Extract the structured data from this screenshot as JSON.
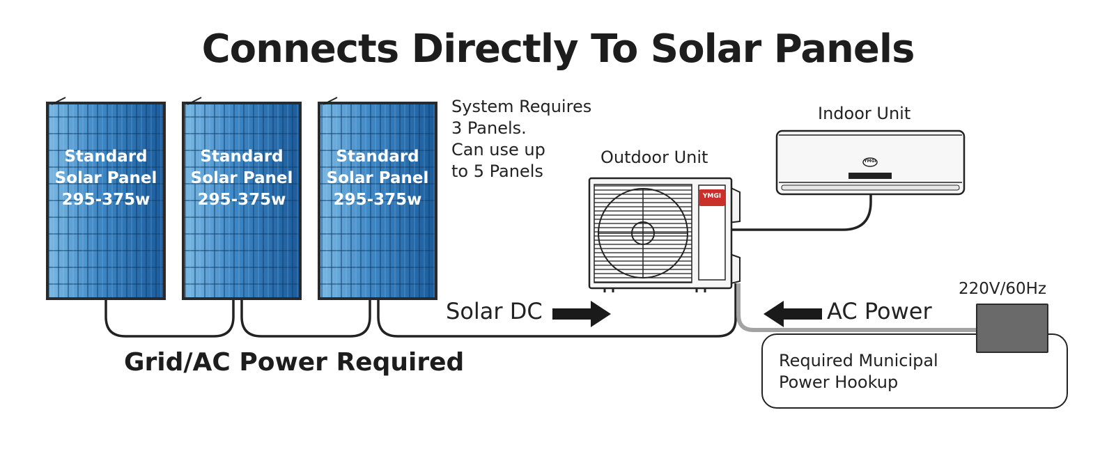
{
  "title": "Connects Directly To Solar Panels",
  "panels": [
    {
      "line1": "Standard",
      "line2": "Solar Panel",
      "line3": "295-375w"
    },
    {
      "line1": "Standard",
      "line2": "Solar Panel",
      "line3": "295-375w"
    },
    {
      "line1": "Standard",
      "line2": "Solar Panel",
      "line3": "295-375w"
    }
  ],
  "note": {
    "line1": "System Requires",
    "line2": "3 Panels.",
    "line3": "Can use up",
    "line4": "to 5 Panels"
  },
  "outdoor_unit": {
    "label": "Outdoor Unit",
    "brand": "YMGI"
  },
  "indoor_unit": {
    "label": "Indoor Unit",
    "brand": "YMGI"
  },
  "solar_dc": "Solar DC",
  "ac_power": "AC Power",
  "voltage": "220V/60Hz",
  "grid_required": "Grid/AC Power Required",
  "municipal": {
    "line1": "Required Municipal",
    "line2": "Power Hookup"
  },
  "colors": {
    "panel_blue": "#2f77b6",
    "panel_light": "#6fb0de",
    "cable": "#222222",
    "ac_cable": "#9a9a9a",
    "power_box": "#6a6a6a"
  }
}
